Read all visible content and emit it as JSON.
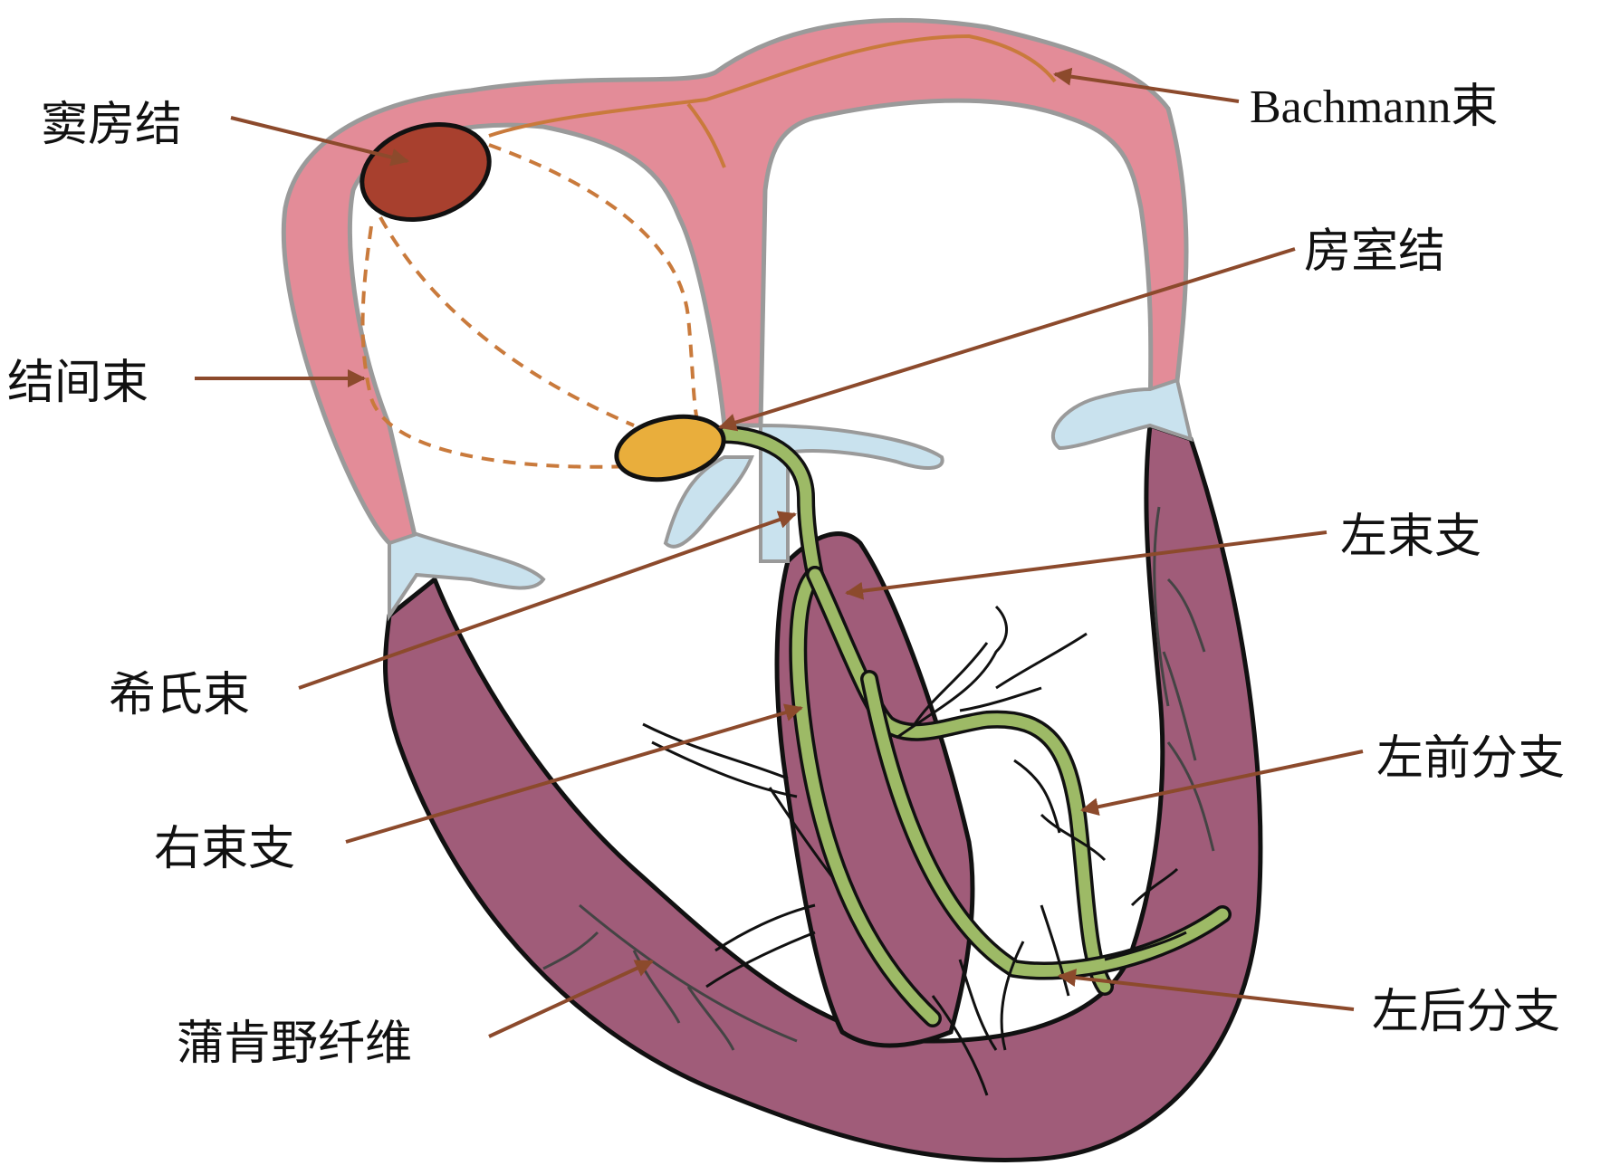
{
  "labels": {
    "sa_node": "窦房结",
    "bachmann": "Bachmann束",
    "av_node": "房室结",
    "internodal": "结间束",
    "left_bundle": "左束支",
    "his_bundle": "希氏束",
    "right_bundle": "右束支",
    "left_anterior": "左前分支",
    "left_posterior": "左后分支",
    "purkinje": "蒲肯野纤维"
  },
  "colors": {
    "atrial_wall": "#E38C98",
    "atrial_outline": "#9A9A9A",
    "ventricle_wall": "#A05C79",
    "valve": "#C9E2EE",
    "sa_node": "#A8402E",
    "av_node": "#E9AE3C",
    "conduction": "#9DBA66",
    "pathway_line": "#C97A3C",
    "arrow": "#8C4A2C",
    "outline": "#111111"
  }
}
